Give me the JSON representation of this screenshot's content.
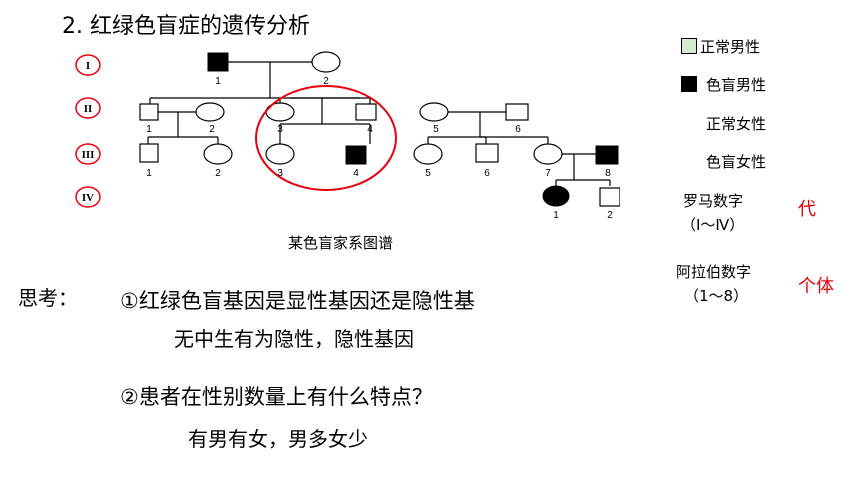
{
  "title": "2. 红绿色盲症的遗传分析",
  "pedigree": {
    "caption": "某色盲家系图谱",
    "generations": [
      "I",
      "II",
      "III",
      "IV"
    ],
    "gen1": [
      "1",
      "2"
    ],
    "gen2": [
      "1",
      "2",
      "3",
      "4",
      "5",
      "6"
    ],
    "gen3": [
      "1",
      "2",
      "3",
      "4",
      "5",
      "6",
      "7",
      "8"
    ],
    "gen4": [
      "1",
      "2"
    ],
    "highlight_color": "#e8000b"
  },
  "legend": {
    "normal_male": "正常男性",
    "colorblind_male": "色盲男性",
    "normal_female": "正常女性",
    "colorblind_female": "色盲女性",
    "roman_label": "罗马数字",
    "roman_range": "（Ⅰ～Ⅳ）",
    "roman_meaning": "代",
    "arabic_label": "阿拉伯数字",
    "arabic_range": "（1～8）",
    "arabic_meaning": "个体"
  },
  "think": {
    "label": "思考：",
    "q1": "①红绿色盲基因是显性基因还是隐性基",
    "a1": "无中生有为隐性，隐性基因",
    "q2": "②患者在性别数量上有什么特点？",
    "a2": "有男有女，男多女少"
  }
}
